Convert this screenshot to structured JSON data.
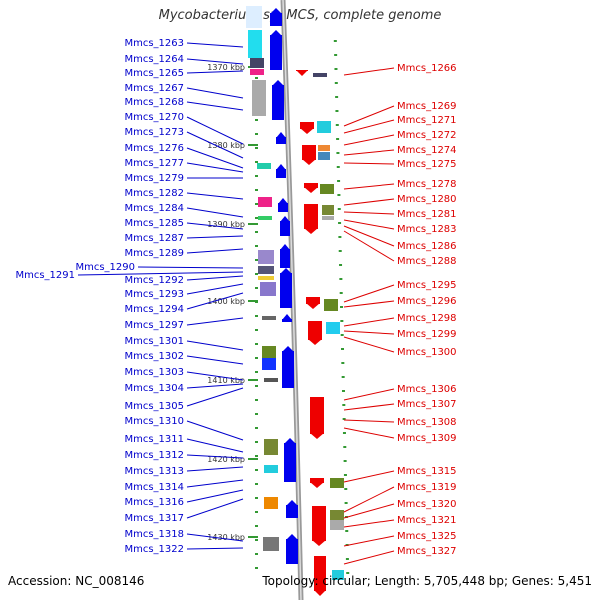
{
  "title": "Mycobacterium sp. MCS, complete genome",
  "footer": {
    "accession": "Accession: NC_008146",
    "topology": "Topology: circular; Length: 5,705,448 bp; Genes: 5,451"
  },
  "colors": {
    "forward_label": "#0000cc",
    "reverse_label": "#dd0000",
    "forward_arrow": "#0000ee",
    "reverse_arrow": "#ee0000",
    "backbone": "#999999",
    "tick": "#339933"
  },
  "kbp_marks": [
    "1370 kbp",
    "1380 kbp",
    "1390 kbp",
    "1400 kbp",
    "1410 kbp",
    "1420 kbp",
    "1430 kbp"
  ],
  "left_genes": [
    "Mmcs_1263",
    "Mmcs_1264",
    "Mmcs_1265",
    "Mmcs_1267",
    "Mmcs_1268",
    "Mmcs_1270",
    "Mmcs_1273",
    "Mmcs_1276",
    "Mmcs_1277",
    "Mmcs_1279",
    "Mmcs_1282",
    "Mmcs_1284",
    "Mmcs_1285",
    "Mmcs_1287",
    "Mmcs_1289",
    "Mmcs_1290",
    "Mmcs_1291",
    "Mmcs_1292",
    "Mmcs_1293",
    "Mmcs_1294",
    "Mmcs_1297",
    "Mmcs_1301",
    "Mmcs_1302",
    "Mmcs_1303",
    "Mmcs_1304",
    "Mmcs_1305",
    "Mmcs_1310",
    "Mmcs_1311",
    "Mmcs_1312",
    "Mmcs_1313",
    "Mmcs_1314",
    "Mmcs_1316",
    "Mmcs_1317",
    "Mmcs_1318",
    "Mmcs_1322"
  ],
  "right_genes": [
    "Mmcs_1266",
    "Mmcs_1269",
    "Mmcs_1271",
    "Mmcs_1272",
    "Mmcs_1274",
    "Mmcs_1275",
    "Mmcs_1278",
    "Mmcs_1280",
    "Mmcs_1281",
    "Mmcs_1283",
    "Mmcs_1286",
    "Mmcs_1288",
    "Mmcs_1295",
    "Mmcs_1296",
    "Mmcs_1298",
    "Mmcs_1299",
    "Mmcs_1300",
    "Mmcs_1306",
    "Mmcs_1307",
    "Mmcs_1308",
    "Mmcs_1309",
    "Mmcs_1315",
    "Mmcs_1319",
    "Mmcs_1320",
    "Mmcs_1321",
    "Mmcs_1325",
    "Mmcs_1327"
  ]
}
